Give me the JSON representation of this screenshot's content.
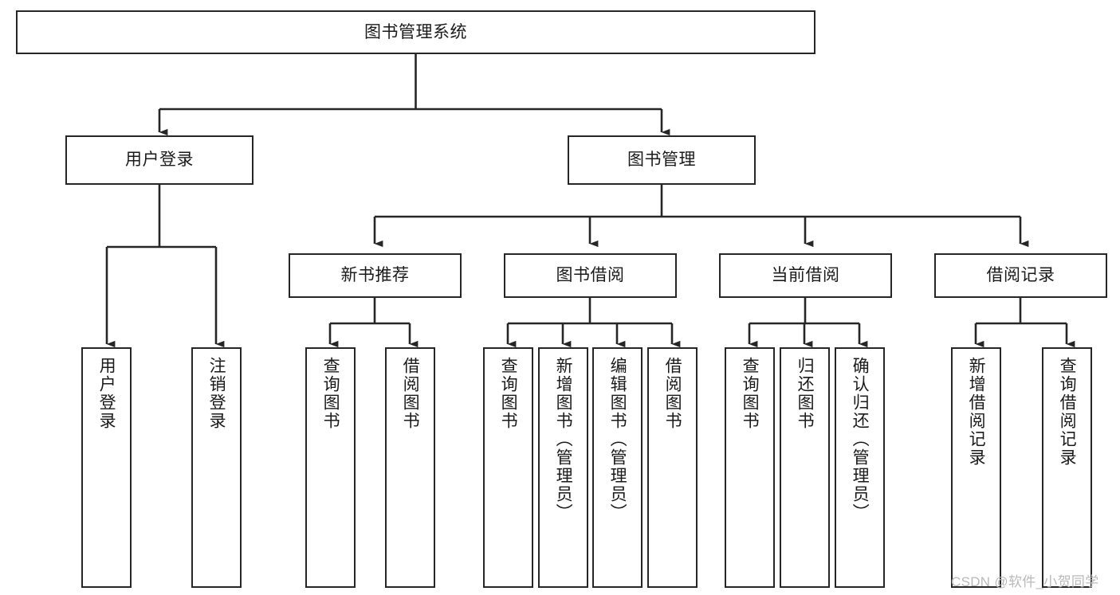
{
  "diagram": {
    "title": "图书管理系统",
    "type": "tree-hierarchy-chart",
    "watermark": "CSDN @软件_小贺同学",
    "colors": {
      "stroke": "#262626",
      "fill": "#ffffff",
      "text": "#1a1a1a",
      "watermark": "#b9b9b9"
    },
    "nodes": {
      "root": {
        "label": "图书管理系统"
      },
      "level2": [
        {
          "id": "user-login",
          "label": "用户登录"
        },
        {
          "id": "book-manage",
          "label": "图书管理"
        }
      ],
      "level3": [
        {
          "id": "new-book-recommend",
          "label": "新书推荐"
        },
        {
          "id": "book-borrow",
          "label": "图书借阅"
        },
        {
          "id": "current-borrow",
          "label": "当前借阅"
        },
        {
          "id": "borrow-record",
          "label": "借阅记录"
        }
      ],
      "leaves": [
        {
          "id": "leaf-user-login",
          "label": "用户登录",
          "parent": "user-login"
        },
        {
          "id": "leaf-user-logout",
          "label": "注销登录",
          "parent": "user-login"
        },
        {
          "id": "leaf-query-book-1",
          "label": "查询图书",
          "parent": "new-book-recommend"
        },
        {
          "id": "leaf-borrow-book-1",
          "label": "借阅图书",
          "parent": "new-book-recommend"
        },
        {
          "id": "leaf-query-book-2",
          "label": "查询图书",
          "parent": "book-borrow"
        },
        {
          "id": "leaf-add-book",
          "label": "新增图书（管理员）",
          "parent": "book-borrow"
        },
        {
          "id": "leaf-edit-book",
          "label": "编辑图书（管理员）",
          "parent": "book-borrow"
        },
        {
          "id": "leaf-borrow-book-2",
          "label": "借阅图书",
          "parent": "book-borrow"
        },
        {
          "id": "leaf-query-book-3",
          "label": "查询图书",
          "parent": "current-borrow"
        },
        {
          "id": "leaf-return-book",
          "label": "归还图书",
          "parent": "current-borrow"
        },
        {
          "id": "leaf-confirm-return",
          "label": "确认归还（管理员）",
          "parent": "current-borrow"
        },
        {
          "id": "leaf-add-record",
          "label": "新增借阅记录",
          "parent": "borrow-record"
        },
        {
          "id": "leaf-query-record",
          "label": "查询借阅记录",
          "parent": "borrow-record"
        }
      ]
    }
  }
}
